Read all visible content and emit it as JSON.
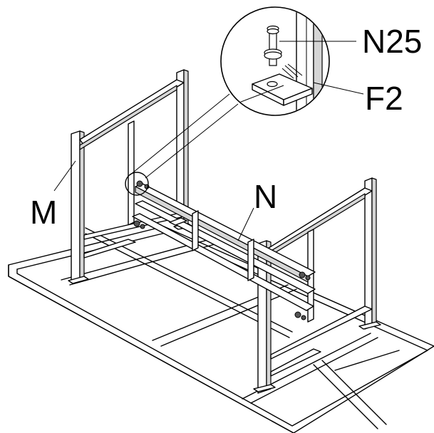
{
  "labels": {
    "frame_m": "M",
    "crossbar_n": "N",
    "bolt_n25": "N25",
    "bracket_f2": "F2"
  }
}
